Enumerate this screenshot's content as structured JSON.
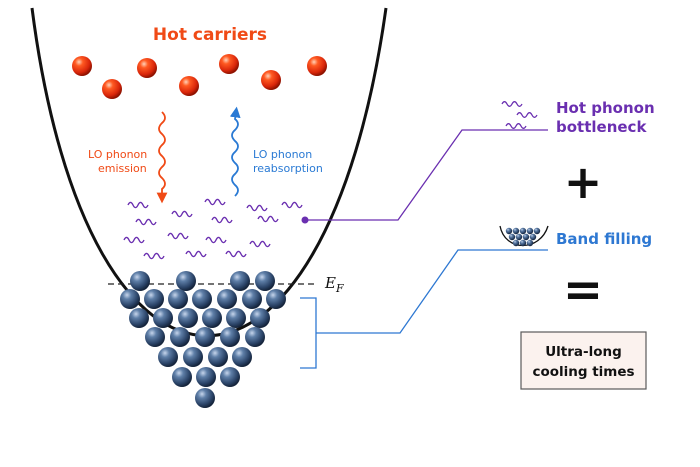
{
  "labels": {
    "hot_carriers": "Hot carriers",
    "lo_emission_line1": "LO phonon",
    "lo_emission_line2": "emission",
    "lo_reabsorption_line1": "LO phonon",
    "lo_reabsorption_line2": "reabsorption",
    "fermi_level_main": "E",
    "fermi_level_sub": "F",
    "hot_phonon_line1": "Hot phonon",
    "hot_phonon_line2": "bottleneck",
    "plus_symbol": "+",
    "band_filling": "Band filling",
    "equals_symbol": "=",
    "result_line1": "Ultra-long",
    "result_line2": "cooling times"
  },
  "colors": {
    "hot_carrier_orange": "#f04a16",
    "reabsorption_blue": "#2a7ad4",
    "phonon_purple": "#6a2fb0",
    "electron_navy": "#2d4466",
    "band_filling_blue": "#2e78d2",
    "result_box_fill": "#fbf2ee",
    "result_box_border": "#5a5a5a"
  },
  "icons": {
    "hot_carrier": "red-sphere-icon",
    "electron": "blue-sphere-icon",
    "phonon": "wavy-phonon-icon"
  }
}
